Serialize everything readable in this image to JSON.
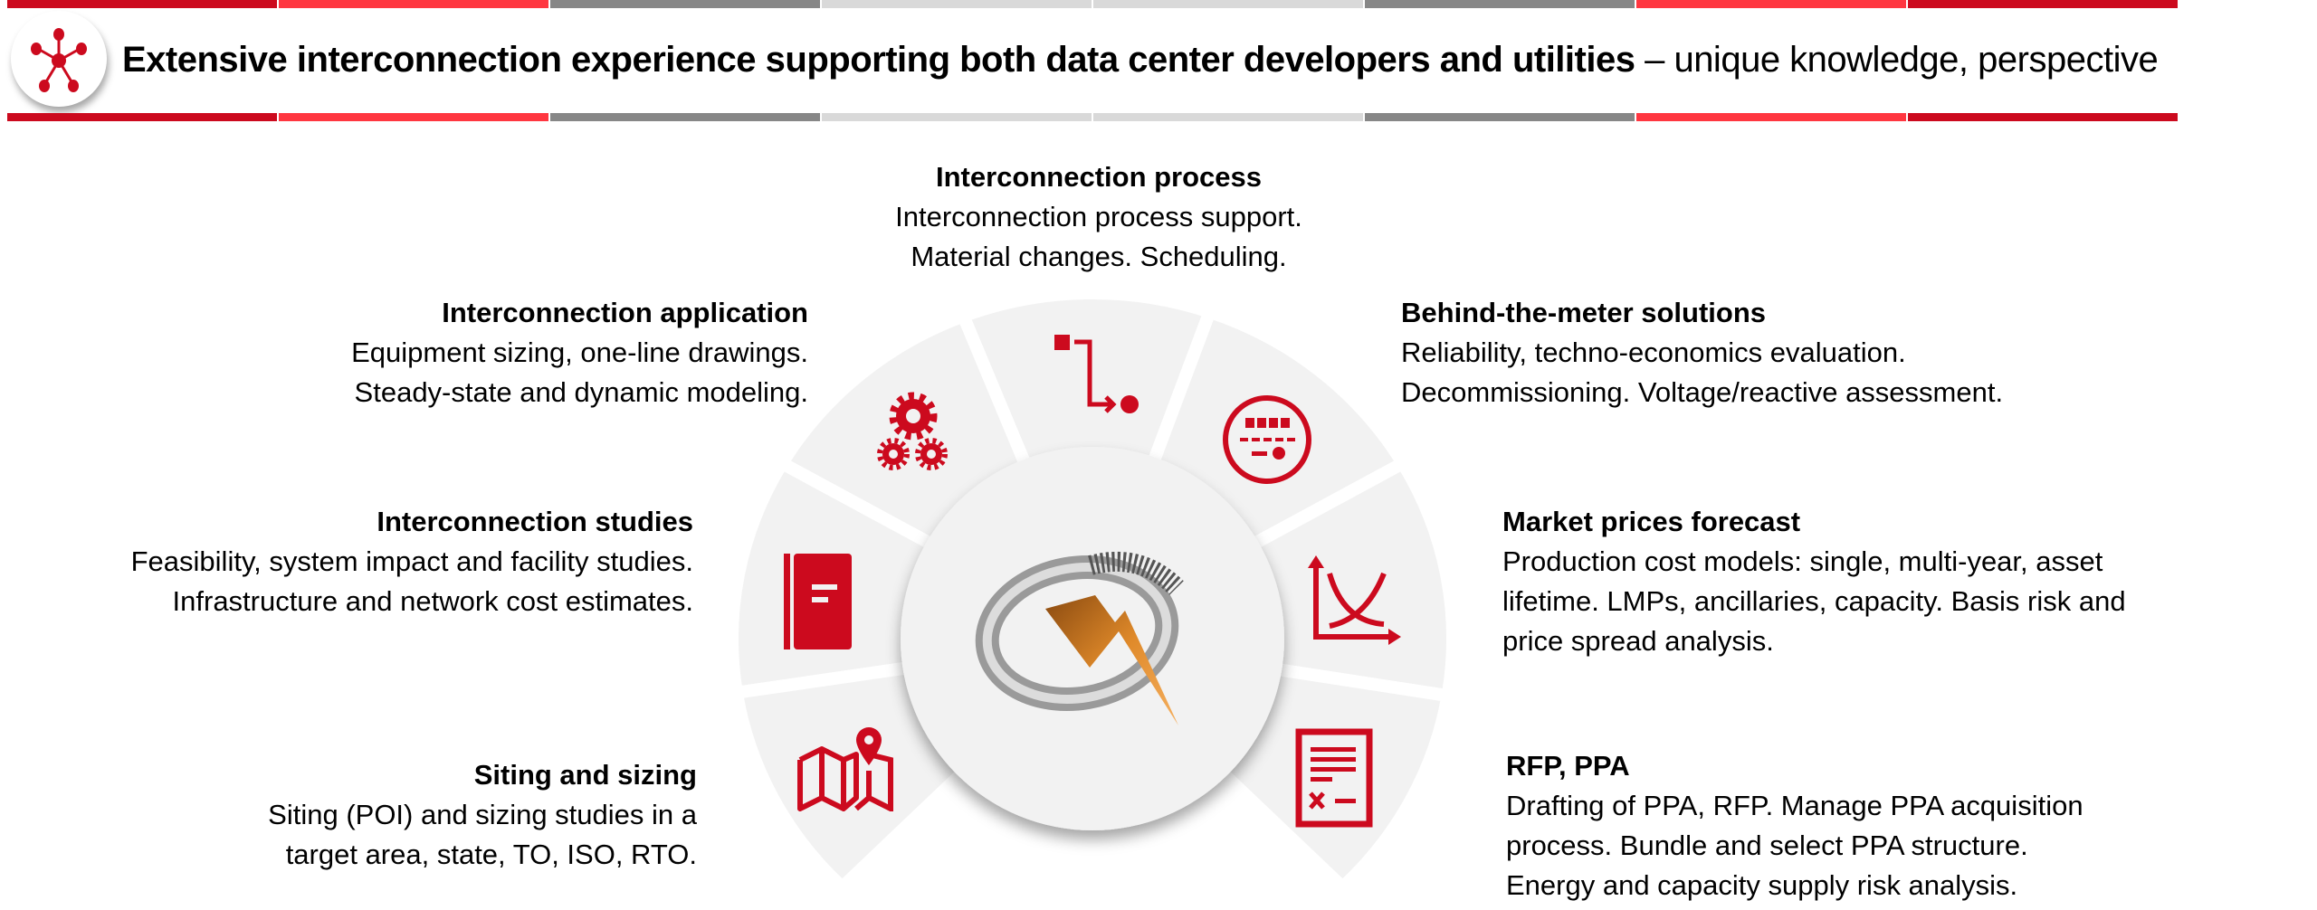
{
  "header": {
    "title_bold": "Extensive interconnection experience supporting both data center developers and utilities",
    "title_rest": " – unique knowledge, perspective",
    "icon": "network-hub-icon",
    "stripe_colors": [
      "#cc0a1e",
      "#ff3640",
      "#878787",
      "#d9d9d9",
      "#d9d9d9",
      "#878787",
      "#ff3640",
      "#cc0a1e"
    ]
  },
  "colors": {
    "accent": "#cc0a1e",
    "segment": "#f2f2f2",
    "logo_orange": "#e08a2a"
  },
  "center_logo": "lightning-swirl-logo",
  "segments": [
    {
      "id": "process",
      "title": "Interconnection process",
      "lines": [
        "Interconnection process support.",
        "Material changes. Scheduling."
      ],
      "icon": "process-flow-icon"
    },
    {
      "id": "application",
      "title": "Interconnection application",
      "lines": [
        "Equipment sizing, one-line drawings.",
        "Steady-state and dynamic modeling."
      ],
      "icon": "gears-icon"
    },
    {
      "id": "btm",
      "title": "Behind-the-meter solutions",
      "lines": [
        "Reliability, techno-economics evaluation.",
        "Decommissioning. Voltage/reactive assessment."
      ],
      "icon": "meter-icon"
    },
    {
      "id": "studies",
      "title": "Interconnection studies",
      "lines": [
        "Feasibility, system impact and facility studies.",
        "Infrastructure and network cost estimates."
      ],
      "icon": "book-icon"
    },
    {
      "id": "market",
      "title": "Market prices forecast",
      "lines": [
        "Production cost models: single, multi-year, asset",
        "lifetime. LMPs, ancillaries, capacity. Basis risk and",
        "price spread analysis."
      ],
      "icon": "supply-demand-chart-icon"
    },
    {
      "id": "siting",
      "title": "Siting and sizing",
      "lines": [
        "Siting (POI) and sizing studies in a",
        "target area, state, TO, ISO, RTO."
      ],
      "icon": "map-pin-icon"
    },
    {
      "id": "rfp",
      "title": "RFP, PPA",
      "lines": [
        "Drafting of PPA, RFP. Manage PPA acquisition",
        "process. Bundle and select PPA structure.",
        "Energy and capacity supply risk analysis."
      ],
      "icon": "contract-document-icon"
    }
  ]
}
